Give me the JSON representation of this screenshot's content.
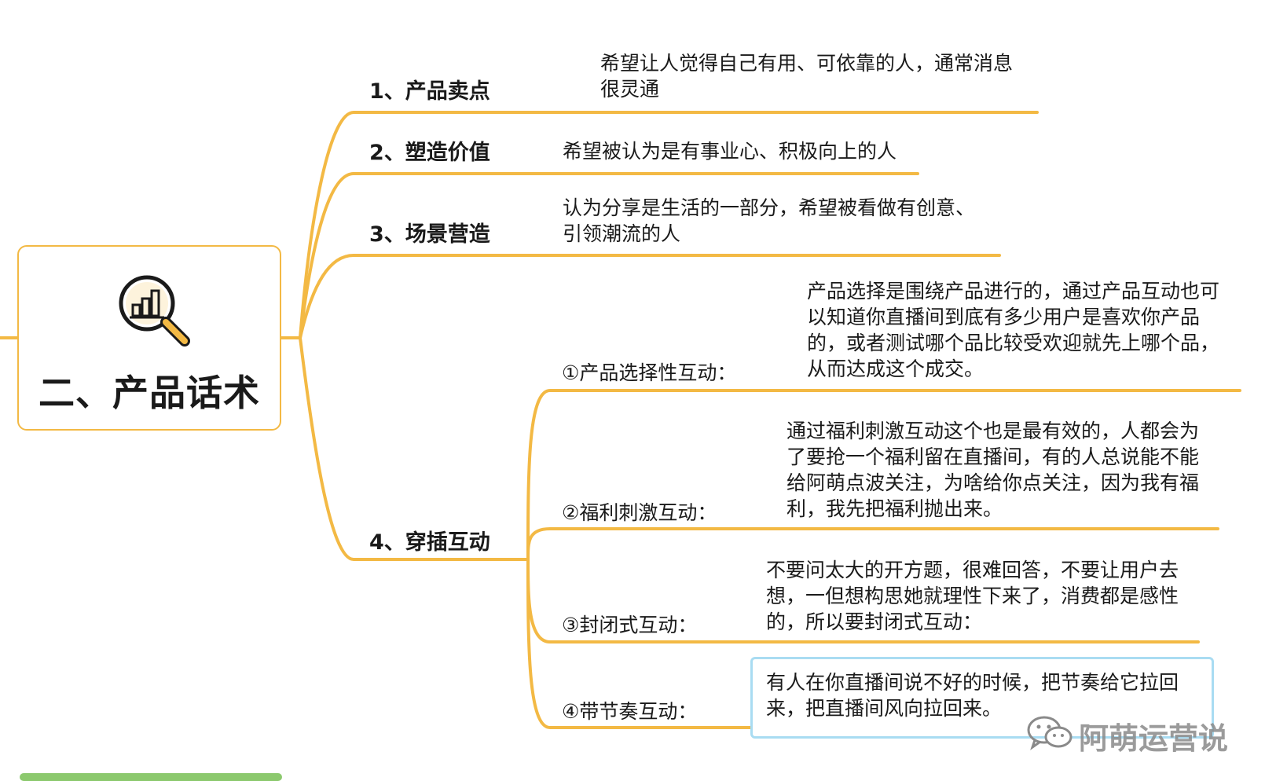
{
  "root": {
    "title": "二、产品话术",
    "icon": "chart-magnifier-icon"
  },
  "branches": [
    {
      "label": "1、产品卖点",
      "text": [
        "希望让人觉得自己有用、可依靠的人，通常消息",
        "很灵通"
      ]
    },
    {
      "label": "2、塑造价值",
      "text": [
        "希望被认为是有事业心、积极向上的人"
      ]
    },
    {
      "label": "3、场景营造",
      "text": [
        "认为分享是生活的一部分，希望被看做有创意、",
        "引领潮流的人"
      ]
    },
    {
      "label": "4、穿插互动",
      "children": [
        {
          "label": "①产品选择性互动：",
          "text": [
            "产品选择是围绕产品进行的，通过产品互动也可",
            "以知道你直播间到底有多少用户是喜欢你产品",
            "的，或者测试哪个品比较受欢迎就先上哪个品，",
            "从而达成这个成交。"
          ]
        },
        {
          "label": "②福利刺激互动：",
          "text": [
            "通过福利刺激互动这个也是最有效的，人都会为",
            "了要抢一个福利留在直播间，有的人总说能不能",
            "给阿萌点波关注，为啥给你点关注，因为我有福",
            "利，我先把福利抛出来。"
          ]
        },
        {
          "label": "③封闭式互动：",
          "text": [
            "不要问太大的开方题，很难回答，不要让用户去",
            "想，一但想构思她就理性下来了，消费都是感性",
            "的，所以要封闭式互动："
          ]
        },
        {
          "label": "④带节奏互动：",
          "text": [
            "有人在你直播间说不好的时候，把节奏给它拉回",
            "来，把直播间风向拉回来。"
          ]
        }
      ]
    }
  ],
  "watermark": {
    "text": "阿萌运营说",
    "icon": "wechat-icon"
  },
  "colors": {
    "line": "#f3b944",
    "highlight": "#a9dcf2",
    "text": "#1a1a1a"
  }
}
